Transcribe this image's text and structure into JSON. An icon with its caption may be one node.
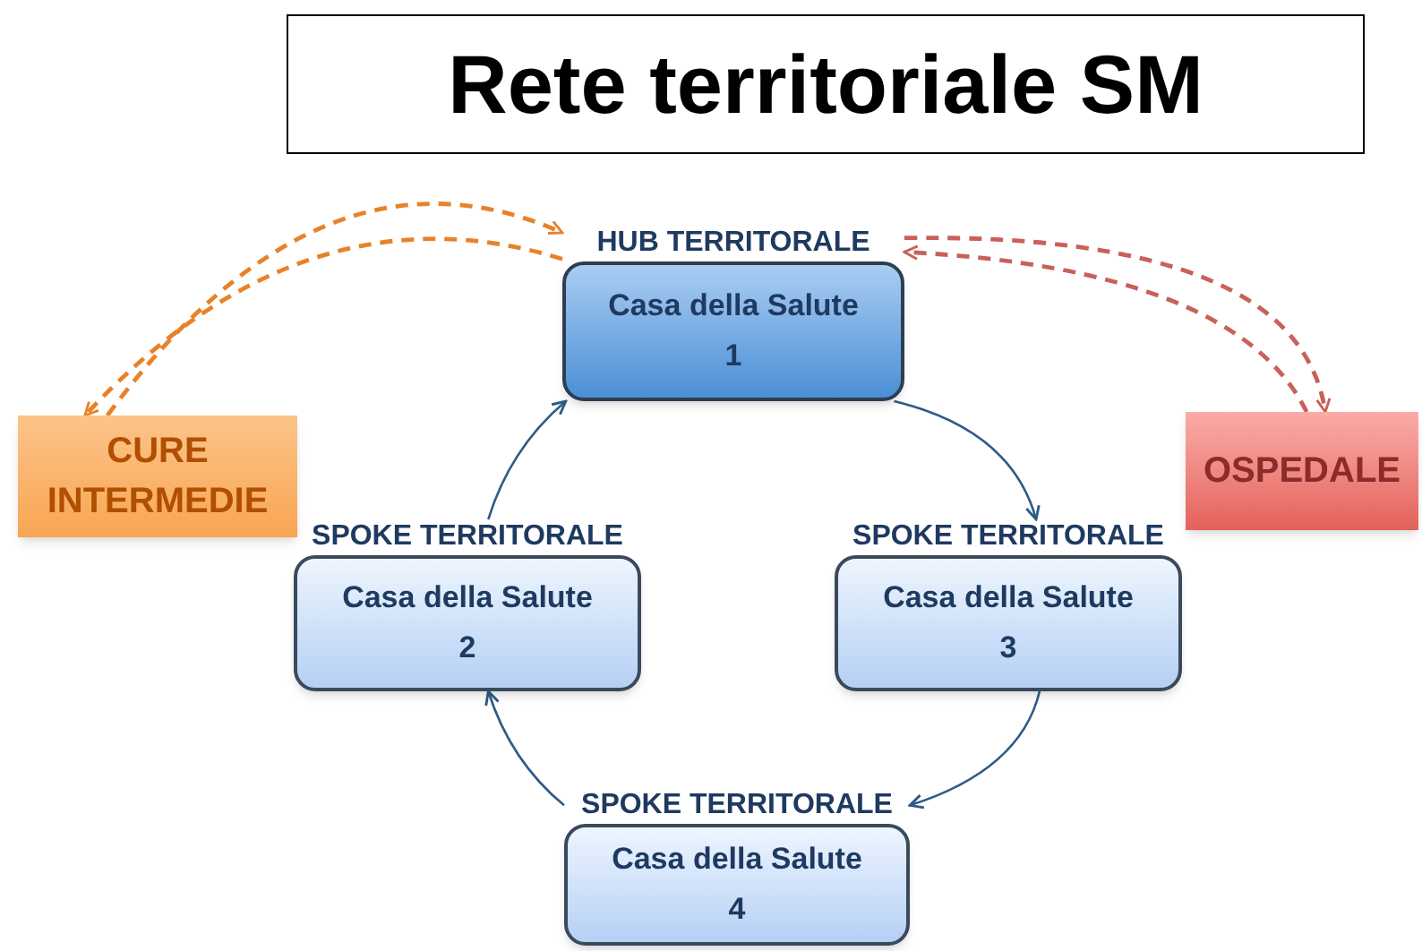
{
  "diagram": {
    "title": "Rete territoriale SM",
    "nodes": [
      {
        "text": [
          "HUB TERRITORALE",
          "Casa della Salute",
          "1"
        ]
      },
      {
        "text": [
          "CURE INTERMEDIE"
        ]
      },
      {
        "text": [
          "OSPEDALE"
        ]
      },
      {
        "text": [
          "SPOKE TERRITORALE",
          "Casa della Salute",
          "2"
        ]
      },
      {
        "text": [
          "SPOKE TERRITORALE",
          "Casa della Salute",
          "3"
        ]
      },
      {
        "text": [
          "SPOKE TERRITORALE",
          "Casa della Salute",
          "4"
        ]
      }
    ],
    "edges": [
      {
        "from": 1,
        "to": 0,
        "arrow": "to",
        "style": "dashed",
        "color": "#e8822a"
      },
      {
        "from": 0,
        "to": 1,
        "arrow": "to",
        "style": "dashed",
        "color": "#e8822a"
      },
      {
        "from": 2,
        "to": 0,
        "arrow": "to",
        "style": "dashed",
        "color": "#c9605a"
      },
      {
        "from": 0,
        "to": 2,
        "arrow": "to",
        "style": "dashed",
        "color": "#c9605a"
      },
      {
        "from": 3,
        "to": 0,
        "arrow": "to"
      },
      {
        "from": 0,
        "to": 4,
        "arrow": "to"
      },
      {
        "from": 4,
        "to": 5,
        "arrow": "to"
      },
      {
        "from": 5,
        "to": 3,
        "arrow": "to"
      }
    ]
  }
}
